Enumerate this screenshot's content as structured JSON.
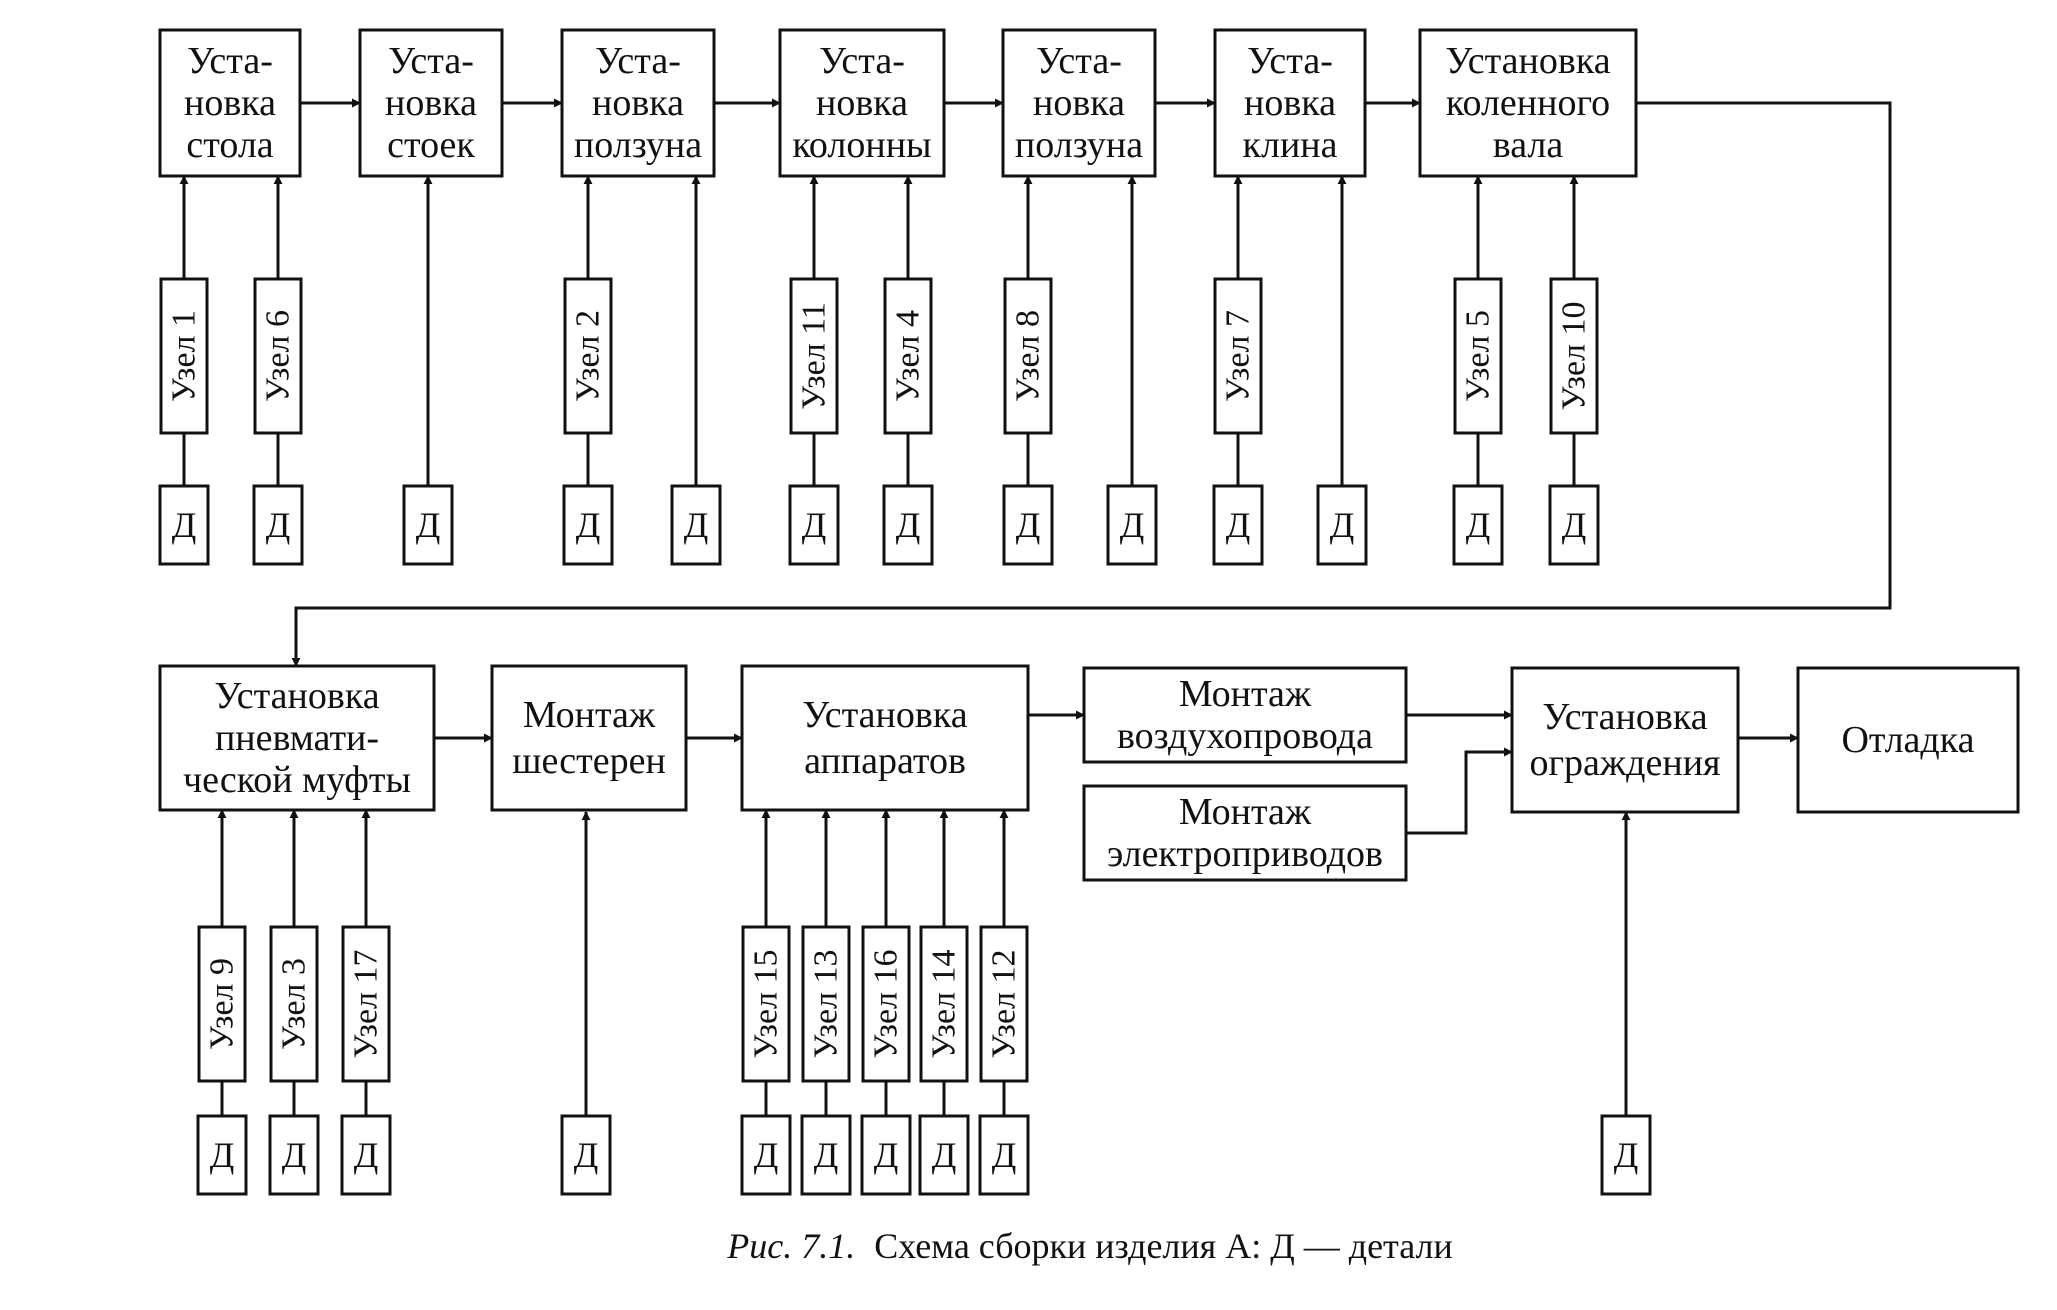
{
  "boxes": {
    "b1": [
      "Уста-",
      "новка",
      "стола"
    ],
    "b2": [
      "Уста-",
      "новка",
      "стоек"
    ],
    "b3": [
      "Уста-",
      "новка",
      "ползуна"
    ],
    "b4": [
      "Уста-",
      "новка",
      "колонны"
    ],
    "b5": [
      "Уста-",
      "новка",
      "ползуна"
    ],
    "b6": [
      "Уста-",
      "новка",
      "клина"
    ],
    "b7": [
      "Установка",
      "коленного",
      "вала"
    ],
    "b8": [
      "Установка",
      "пневмати-",
      "ческой муфты"
    ],
    "b9": [
      "Монтаж",
      "шестерен"
    ],
    "b10": [
      "Установка",
      "аппаратов"
    ],
    "b11": [
      "Монтаж",
      "воздухопровода"
    ],
    "b12": [
      "Монтаж",
      "электроприводов"
    ],
    "b13": [
      "Установка",
      "ограждения"
    ],
    "b14": [
      "Отладка"
    ]
  },
  "nodes": {
    "n1": "Узел 1",
    "n6": "Узел 6",
    "n2": "Узел 2",
    "n11": "Узел 11",
    "n4": "Узел 4",
    "n8": "Узел 8",
    "n7": "Узел 7",
    "n5": "Узел 5",
    "n10": "Узел 10",
    "n9": "Узел 9",
    "n3": "Узел 3",
    "n17": "Узел 17",
    "n15": "Узел 15",
    "n13": "Узел 13",
    "n16": "Узел 16",
    "n14": "Узел 14",
    "n12": "Узел 12"
  },
  "part_label": "Д",
  "caption": {
    "prefix": "Рис. 7.1.",
    "text": "Схема сборки изделия А: Д — детали"
  }
}
